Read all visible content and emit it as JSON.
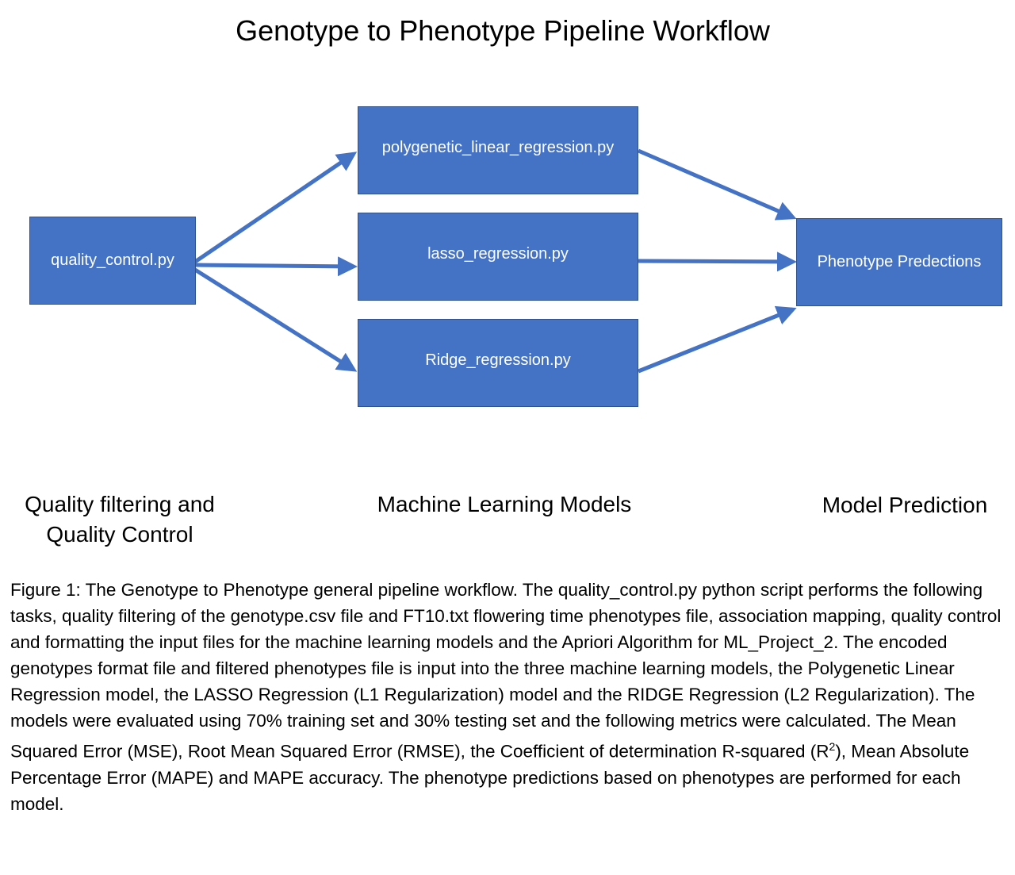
{
  "title": "Genotype to Phenotype Pipeline Workflow",
  "nodes": {
    "quality_control": "quality_control.py",
    "polygenetic": "polygenetic_linear_regression.py",
    "lasso": "lasso_regression.py",
    "ridge": "Ridge_regression.py",
    "prediction": "Phenotype Predections"
  },
  "stages": {
    "qc_line1": "Quality filtering and",
    "qc_line2": "Quality Control",
    "ml": "Machine Learning Models",
    "model": "Model Prediction"
  },
  "caption": {
    "part1": "Figure 1: The Genotype to Phenotype general pipeline workflow. The quality_control.py python script performs the following tasks, quality filtering of the genotype.csv file and FT10.txt flowering time phenotypes file, association mapping, quality control and formatting the input files for the machine learning models and the Apriori Algorithm for ML_Project_2. The encoded genotypes format file and filtered phenotypes file is input into the three machine learning models, the Polygenetic Linear Regression model, the LASSO Regression (L1 Regularization) model and the RIDGE Regression (L2 Regularization). The models were evaluated using 70% training set and 30% testing set and the following metrics were calculated. The Mean Squared Error (MSE), Root Mean Squared Error (RMSE), the Coefficient of determination R-squared (R",
    "superscript": "2",
    "part2": "), Mean Absolute Percentage Error (MAPE) and MAPE accuracy. The phenotype predictions based on phenotypes are performed for each model."
  },
  "colors": {
    "box_fill": "#4472c4",
    "box_border": "#2f528f",
    "arrow": "#4472c4"
  }
}
